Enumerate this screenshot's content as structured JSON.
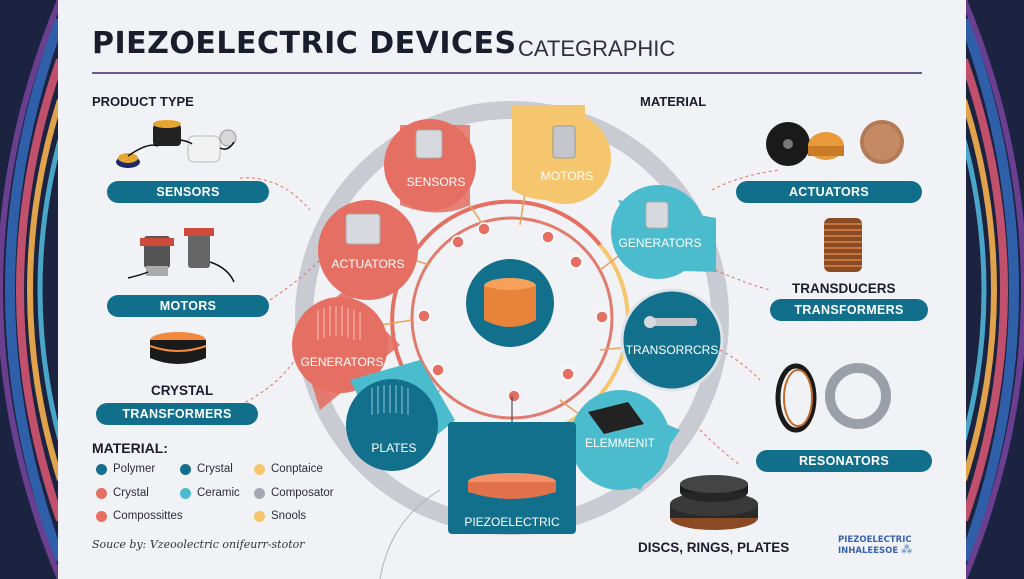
{
  "header": {
    "title": "PIEZOELECTRIC DEVICES",
    "subtitle": "CATEGRAPHIC"
  },
  "left": {
    "heading": "PRODUCT TYPE",
    "pills": [
      "SENSORS",
      "MOTORS",
      "TRANSFORMERS"
    ],
    "crystal_label": "CRYSTAL"
  },
  "right": {
    "heading": "MATERIAL",
    "pills": [
      "ACTUATORS",
      "TRANSFORMERS",
      "RESONATORS"
    ],
    "transducers_label": "TRANSDUCERS",
    "discs_label": "DISCS, RINGS, PLATES"
  },
  "wheel": {
    "nodes": [
      {
        "label": "SENSORS",
        "color": "#e56f63"
      },
      {
        "label": "MOTORS",
        "color": "#f5c66e"
      },
      {
        "label": "GENERATORS",
        "color": "#4bbccd"
      },
      {
        "label": "ACTUATORS",
        "color": "#e56f63"
      },
      {
        "label": "GENERATORS",
        "color": "#e56f63"
      },
      {
        "label": "TRANSORRCRS",
        "color": "#12708d"
      },
      {
        "label": "PLATES",
        "color": "#12708d"
      },
      {
        "label": "ELEMMENIT",
        "color": "#4bbccd"
      },
      {
        "label": "PIEZOELECTRIC",
        "color": "#12708d"
      }
    ]
  },
  "legend": {
    "title": "MATERIAL:",
    "items": [
      {
        "label": "Polymer",
        "color": "#12708d"
      },
      {
        "label": "Crystal",
        "color": "#12708d"
      },
      {
        "label": "Conptaice",
        "color": "#f5c66e"
      },
      {
        "label": "Crystal",
        "color": "#e56f63"
      },
      {
        "label": "Ceramic",
        "color": "#4bbccd"
      },
      {
        "label": "Composator",
        "color": "#a5a8b2"
      },
      {
        "label": "Compossittes",
        "color": "#e56f63"
      },
      {
        "label": "Snools",
        "color": "#f5c66e"
      }
    ]
  },
  "source": "Souce by: Vzeoolectric onifeurr-stotor",
  "footer_logo": "PIEZOELECTRIC INHALEESOE"
}
